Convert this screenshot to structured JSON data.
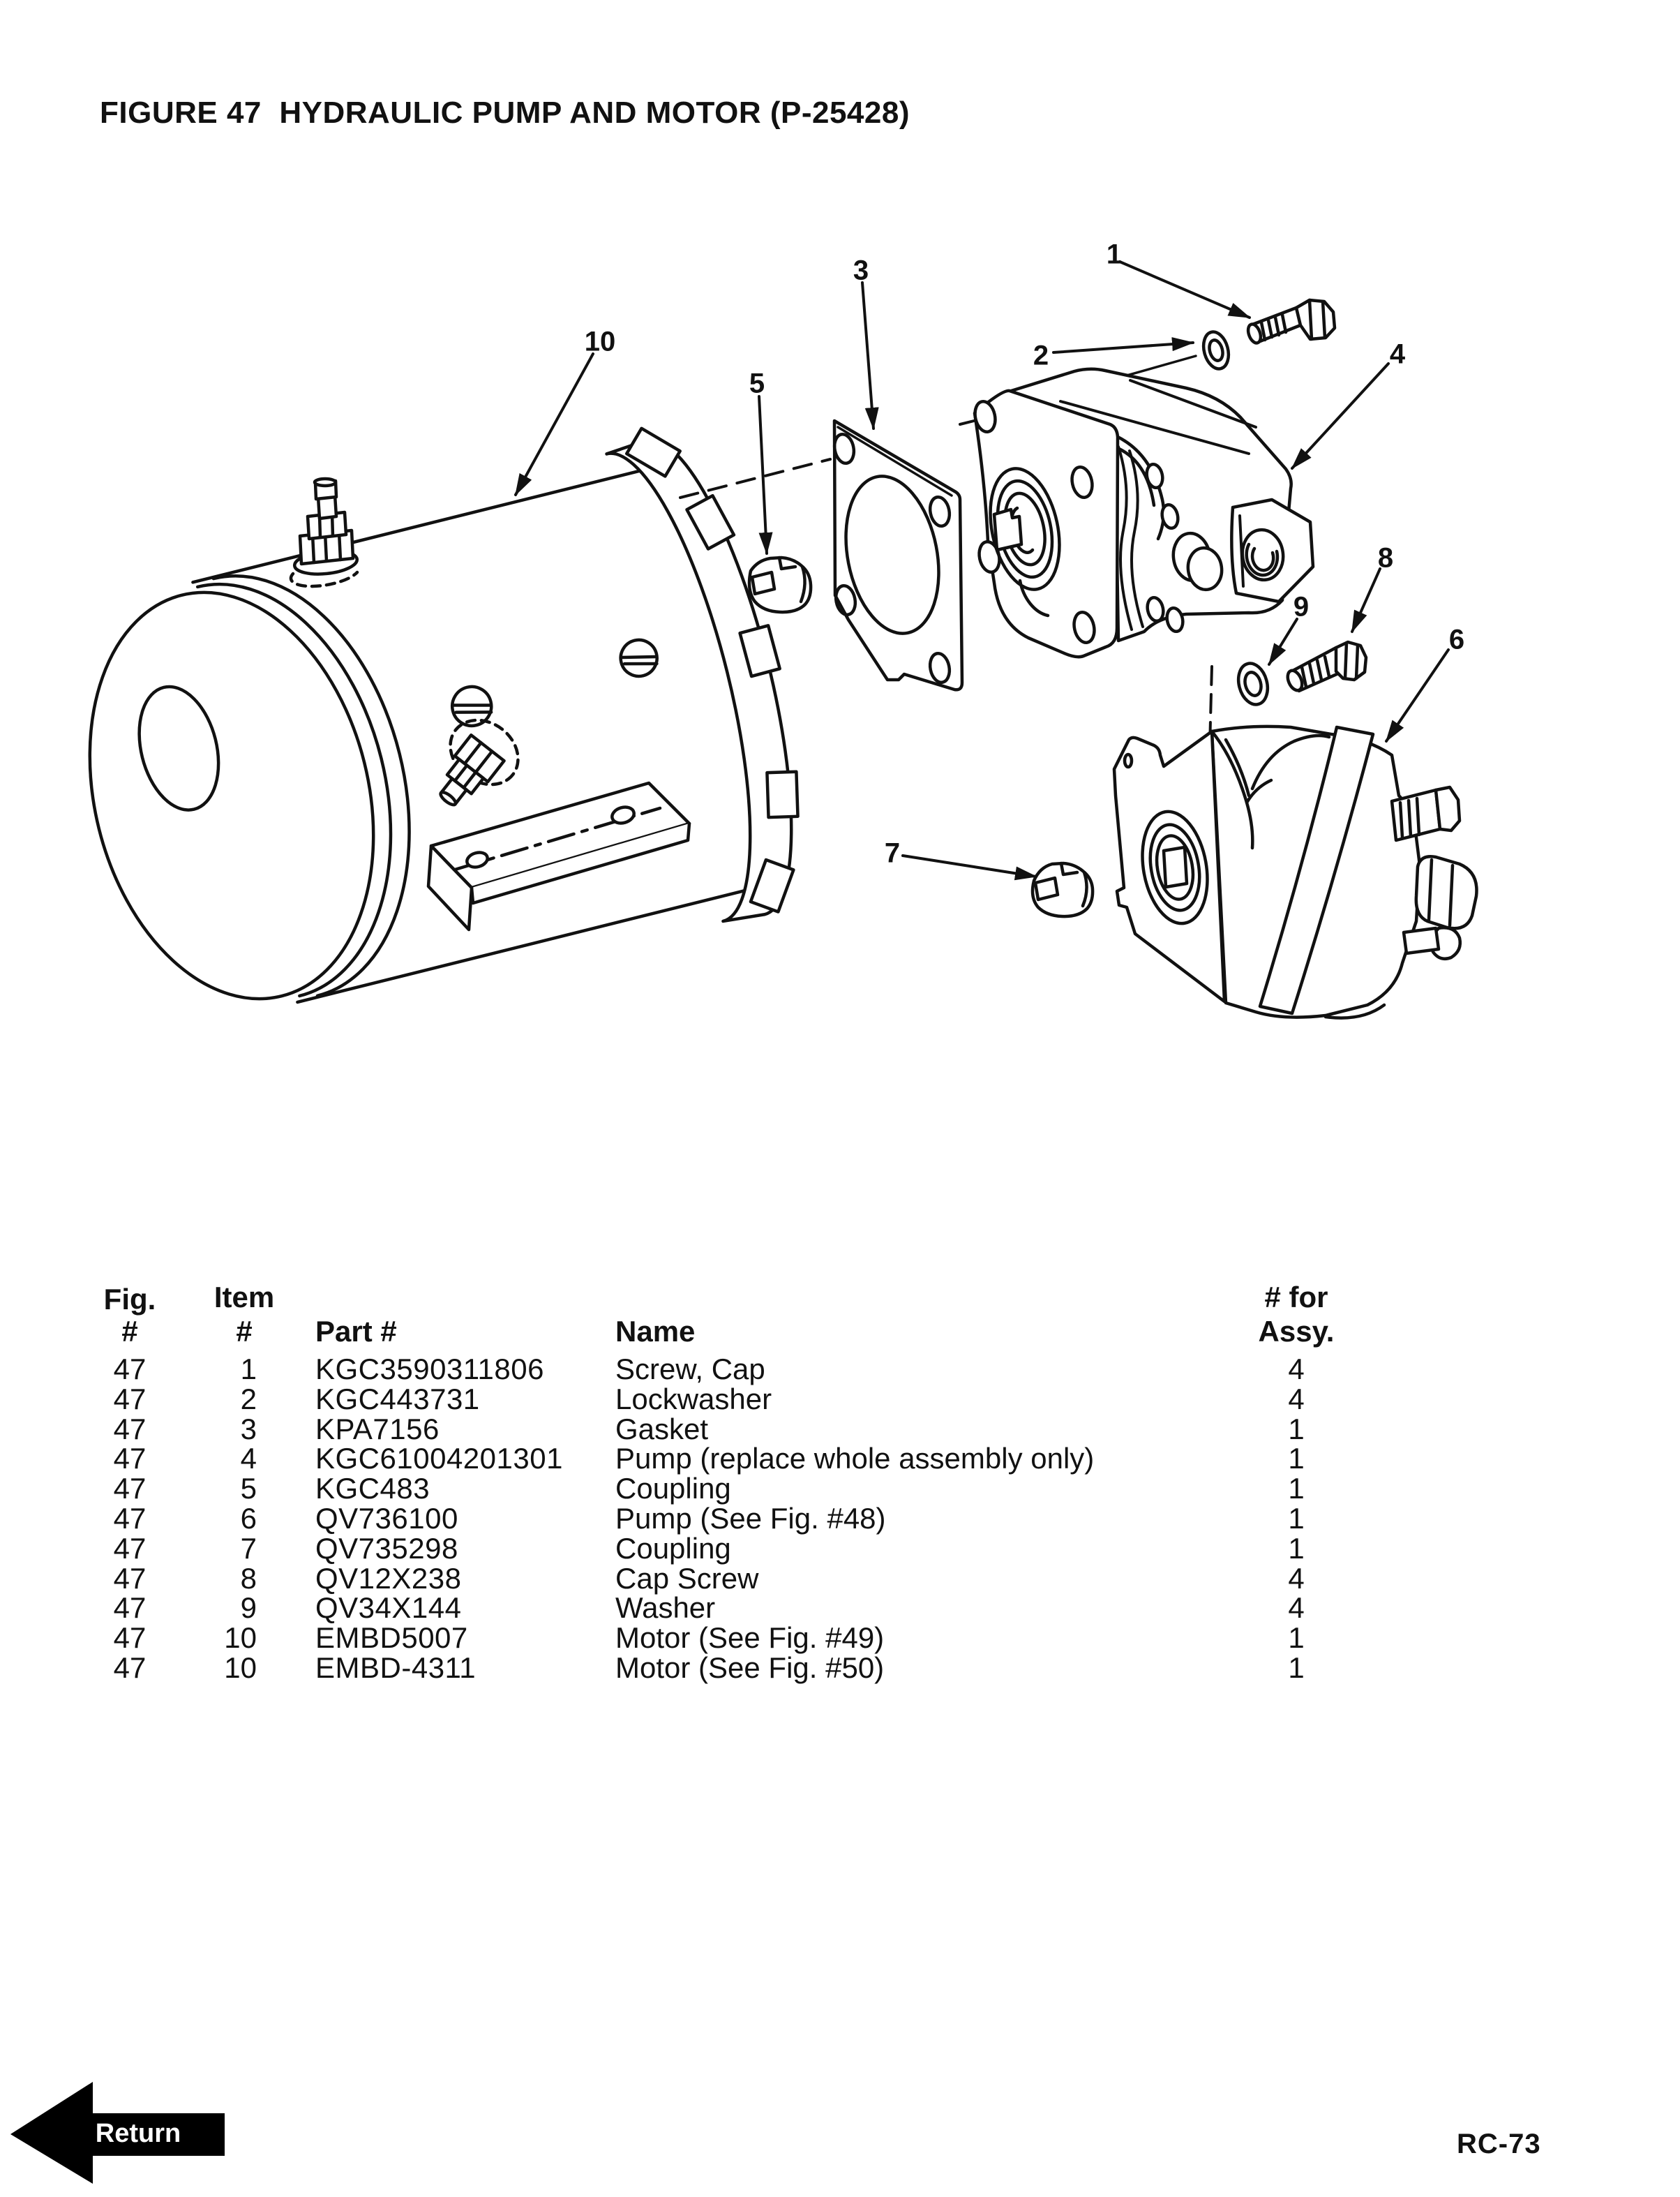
{
  "title": "FIGURE 47  HYDRAULIC PUMP AND MOTOR (P-25428)",
  "figure": {
    "callouts": [
      {
        "label": "1"
      },
      {
        "label": "2"
      },
      {
        "label": "3"
      },
      {
        "label": "4"
      },
      {
        "label": "5"
      },
      {
        "label": "6"
      },
      {
        "label": "7"
      },
      {
        "label": "8"
      },
      {
        "label": "9"
      },
      {
        "label": "10"
      }
    ]
  },
  "table": {
    "headers": {
      "fig_line1": "Fig.",
      "fig_line2": "#",
      "item_line1": "Item",
      "item_line2": "#",
      "part": "Part #",
      "name": "Name",
      "assy_line1": "# for",
      "assy_line2": "Assy."
    },
    "rows": [
      {
        "fig": "47",
        "item": "1",
        "part": "KGC3590311806",
        "name": "Screw, Cap",
        "qty": "4"
      },
      {
        "fig": "47",
        "item": "2",
        "part": "KGC443731",
        "name": "Lockwasher",
        "qty": "4"
      },
      {
        "fig": "47",
        "item": "3",
        "part": "KPA7156",
        "name": "Gasket",
        "qty": "1"
      },
      {
        "fig": "47",
        "item": "4",
        "part": "KGC61004201301",
        "name": "Pump (replace whole assembly only)",
        "qty": "1"
      },
      {
        "fig": "47",
        "item": "5",
        "part": "KGC483",
        "name": "Coupling",
        "qty": "1"
      },
      {
        "fig": "47",
        "item": "6",
        "part": "QV736100",
        "name": "Pump (See Fig. #48)",
        "qty": "1"
      },
      {
        "fig": "47",
        "item": "7",
        "part": "QV735298",
        "name": "Coupling",
        "qty": "1"
      },
      {
        "fig": "47",
        "item": "8",
        "part": "QV12X238",
        "name": "Cap Screw",
        "qty": "4"
      },
      {
        "fig": "47",
        "item": "9",
        "part": "QV34X144",
        "name": "Washer",
        "qty": "4"
      },
      {
        "fig": "47",
        "item": "10",
        "part": "EMBD5007",
        "name": "Motor (See Fig. #49)",
        "qty": "1"
      },
      {
        "fig": "47",
        "item": "10",
        "part": "EMBD-4311",
        "name": "Motor (See Fig. #50)",
        "qty": "1"
      }
    ]
  },
  "footer": {
    "return_label": "Return",
    "page_number": "RC-73"
  }
}
